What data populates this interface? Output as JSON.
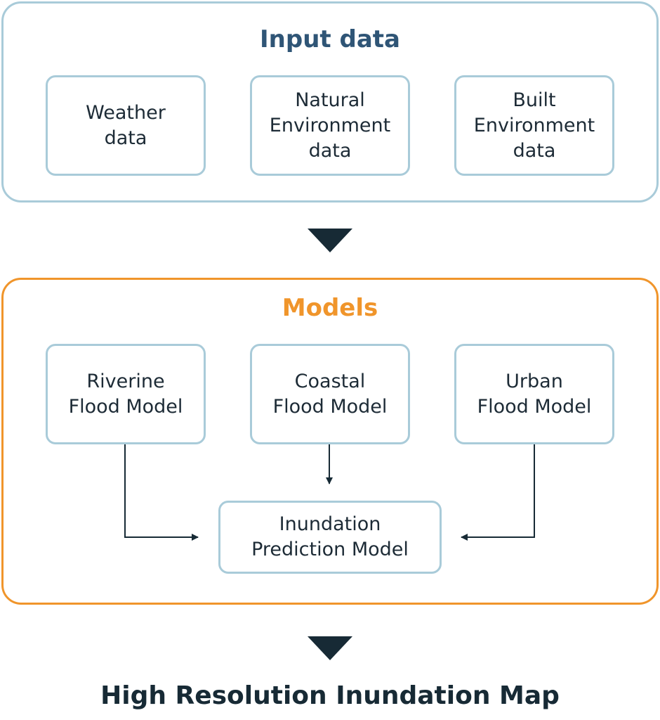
{
  "input_section": {
    "title": "Input data",
    "items": [
      {
        "label": "Weather\ndata"
      },
      {
        "label": "Natural\nEnvironment\ndata"
      },
      {
        "label": "Built\nEnvironment\ndata"
      }
    ]
  },
  "models_section": {
    "title": "Models",
    "items": [
      {
        "label": "Riverine\nFlood Model"
      },
      {
        "label": "Coastal\nFlood Model"
      },
      {
        "label": "Urban\nFlood Model"
      }
    ],
    "combined_model": {
      "label": "Inundation\nPrediction Model"
    }
  },
  "output": {
    "title": "High Resolution Inundation Map"
  },
  "colors": {
    "input_accent": "#2f5576",
    "models_accent": "#f0952b",
    "box_border": "#a9cbd9",
    "arrow": "#172a35"
  }
}
